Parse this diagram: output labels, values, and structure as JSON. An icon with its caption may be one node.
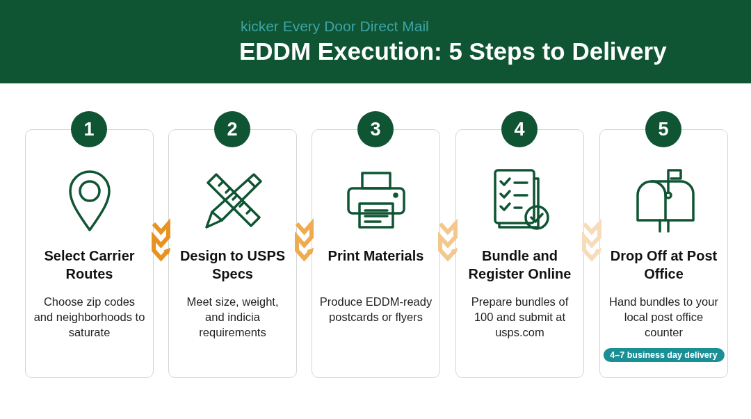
{
  "diagram": {
    "title": "EDDM Execution: 5 Steps to Delivery",
    "nodes": [
      {
        "text": [
          "1"
        ]
      },
      {
        "text": [
          "Select Carrier Routes",
          "Choose zip codes and neighborhoods to saturate"
        ]
      },
      {
        "text": [
          "2"
        ]
      },
      {
        "text": [
          "Design to USPS Specs",
          "Meet size, weight, and indicia requirements"
        ]
      },
      {
        "text": [
          "3"
        ]
      },
      {
        "text": [
          "Print Materials",
          "Produce EDDM-ready postcards or flyers"
        ]
      },
      {
        "text": [
          "4"
        ]
      },
      {
        "text": [
          "Bundle and Register Online",
          "Prepare bundles of 100 and submit at usps.com"
        ]
      },
      {
        "text": [
          "5"
        ]
      },
      {
        "text": [
          "Drop Off at Post Office",
          "Hand bundles to your local post office counter"
        ]
      },
      {
        "text": [
          "4–7 business day delivery"
        ],
        "in": 9
      }
    ],
    "edges": [
      {
        "from": 1,
        "to": 3,
        "arrow": "to",
        "color": "#e8921f"
      },
      {
        "from": 3,
        "to": 5,
        "arrow": "to",
        "color": "#eeab4f"
      },
      {
        "from": 5,
        "to": 7,
        "arrow": "to",
        "color": "#f3c88f"
      },
      {
        "from": 7,
        "to": 9,
        "arrow": "to",
        "color": "#f7dcb9"
      }
    ],
    "labels": [
      "kicker Every Door Direct Mail"
    ]
  }
}
